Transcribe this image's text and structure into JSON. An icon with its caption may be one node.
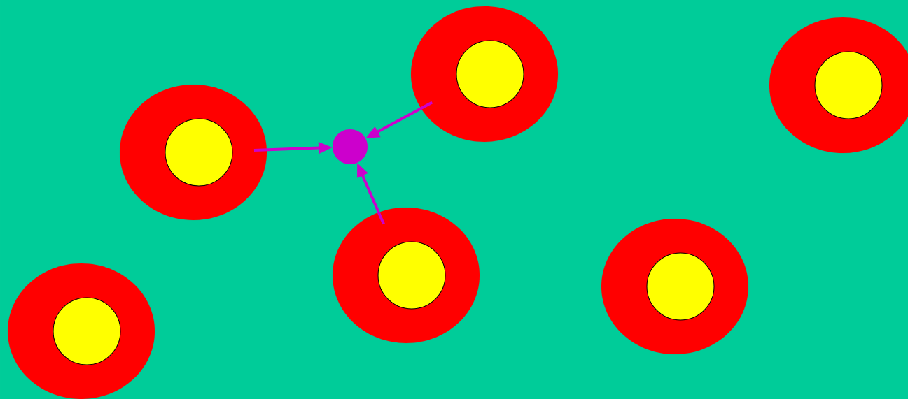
{
  "diagram": {
    "nodes": [
      {
        "text": [],
        "shape": "ellipse"
      },
      {
        "text": [],
        "shape": "circle",
        "in": 0
      },
      {
        "text": [],
        "shape": "ellipse"
      },
      {
        "text": [],
        "shape": "circle",
        "in": 2
      },
      {
        "text": [],
        "shape": "circle"
      },
      {
        "text": [],
        "shape": "ellipse"
      },
      {
        "text": [],
        "shape": "circle",
        "in": 5
      },
      {
        "text": [],
        "shape": "ellipse"
      },
      {
        "text": [],
        "shape": "circle",
        "in": 7
      },
      {
        "text": [],
        "shape": "ellipse"
      },
      {
        "text": [],
        "shape": "circle",
        "in": 9
      },
      {
        "text": [],
        "shape": "ellipse"
      },
      {
        "text": [],
        "shape": "circle",
        "in": 11
      }
    ],
    "edges": [
      {
        "from": 2,
        "to": 4,
        "arrow": "to"
      },
      {
        "from": 7,
        "to": 4,
        "arrow": "to"
      },
      {
        "from": 5,
        "to": 4,
        "arrow": "to"
      }
    ]
  }
}
